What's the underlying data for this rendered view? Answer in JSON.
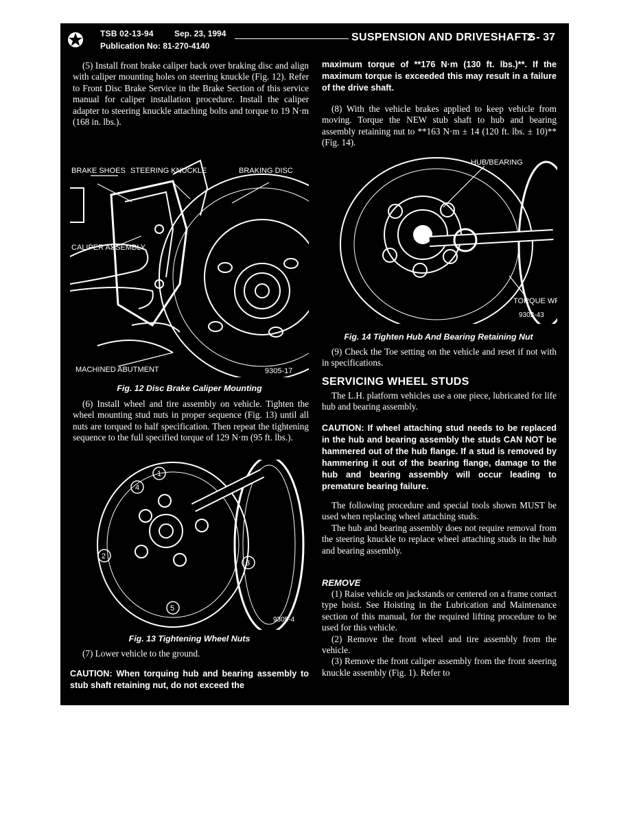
{
  "header": {
    "tsb": "TSB 02-13-94",
    "date": "Sep. 23, 1994",
    "publication": "Publication No:  81-270-4140",
    "section": "SUSPENSION AND DRIVESHAFTS",
    "page": "2 - 37"
  },
  "left": {
    "step5": "(5) Install front brake caliper back over braking disc and align with caliper mounting holes on steering knuckle (Fig. 12). Refer to Front Disc Brake Service in the Brake Section of this service manual for caliper installation procedure. Install the caliper adapter to steering knuckle attaching bolts and torque to 19 N·m (168 in. lbs.).",
    "fig12": {
      "labels": {
        "brake_shoes": "BRAKE SHOES",
        "steering_knuckle": "STEERING KNUCKLE",
        "braking_disc": "BRAKING DISC",
        "caliper_assembly": "CALIPER ASSEMBLY",
        "machined_abutment": "MACHINED ABUTMENT",
        "code": "9305-17"
      },
      "caption": "Fig. 12 Disc Brake Caliper Mounting"
    },
    "step6": "(6) Install wheel and tire assembly on vehicle. Tighten the wheel mounting stud nuts in proper sequence (Fig. 13) until all nuts are torqued to half specification. Then repeat the tightening sequence to the full specified torque of 129 N·m (95 ft. lbs.).",
    "fig13": {
      "numbers": [
        "1",
        "2",
        "3",
        "4",
        "5"
      ],
      "code": "9305-4",
      "caption": "Fig. 13 Tightening Wheel Nuts"
    },
    "step7": "(7) Lower vehicle to the ground.",
    "caution": "CAUTION: When torquing hub and bearing assembly to stub shaft retaining nut, do not exceed the"
  },
  "right": {
    "caution_cont": "maximum torque of **176 N·m (130 ft. lbs.)**. If the maximum torque is exceeded this may result in a failure of the drive shaft.",
    "step8": "(8) With the vehicle brakes applied to keep vehicle from moving. Torque the NEW stub shaft to hub and bearing assembly retaining nut to **163 N·m ± 14 (120 ft. lbs. ± 10)** (Fig. 14).",
    "fig14": {
      "hub_label": "HUB/BEARING",
      "torque_label": "TORQUE WRENCH",
      "code": "9302-43",
      "caption": "Fig. 14 Tighten Hub And Bearing Retaining Nut"
    },
    "step9": "(9) Check the Toe setting on the vehicle and reset if not with in specifications.",
    "section_title": "SERVICING WHEEL STUDS",
    "intro": "The L.H. platform vehicles use a one piece, lubricated for life hub and bearing assembly.",
    "caution2": "CAUTION: If wheel attaching stud needs to be replaced in the hub and bearing assembly the studs CAN NOT be hammered out of the hub flange. If a stud is removed by hammering it out of the bearing flange, damage to the hub and bearing assembly will occur leading to premature bearing failure.",
    "para1": "The following procedure and special tools shown MUST be used when replacing wheel attaching studs.",
    "para2": "The hub and bearing assembly does not require removal from the steering knuckle to replace wheel attaching studs in the hub and bearing assembly.",
    "remove_head": "REMOVE",
    "r1": "(1) Raise vehicle on jackstands or centered on a frame contact type hoist. See Hoisting in the Lubrication and Maintenance section of this manual, for the required lifting procedure to be used for this vehicle.",
    "r2": "(2) Remove the front wheel and tire assembly from the vehicle.",
    "r3": "(3) Remove the front caliper assembly from the front steering knuckle assembly (Fig. 1). Refer to"
  }
}
